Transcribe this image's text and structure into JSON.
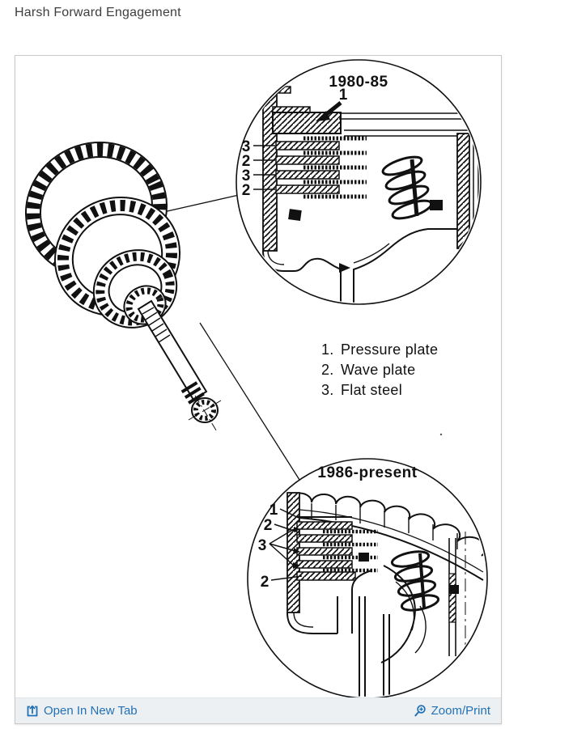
{
  "page": {
    "title": "Harsh Forward Engagement"
  },
  "figure": {
    "top_callout": {
      "title": "1980-85",
      "part_labels": [
        "1",
        "3",
        "2",
        "3",
        "2"
      ]
    },
    "bottom_callout": {
      "title": "1986-present",
      "part_labels": [
        "1",
        "2",
        "3",
        "2"
      ]
    },
    "legend": {
      "items": [
        {
          "num": "1.",
          "label": "Pressure plate"
        },
        {
          "num": "2.",
          "label": "Wave plate"
        },
        {
          "num": "3.",
          "label": "Flat steel"
        }
      ]
    }
  },
  "footer": {
    "open_in_new_tab": "Open In New Tab",
    "zoom_print": "Zoom/Print"
  },
  "colors": {
    "link_blue": "#2271b5",
    "footer_bg": "#edf0f3",
    "panel_border": "#c9c9c9",
    "ink": "#111111",
    "title_text": "#3e3e3e"
  }
}
